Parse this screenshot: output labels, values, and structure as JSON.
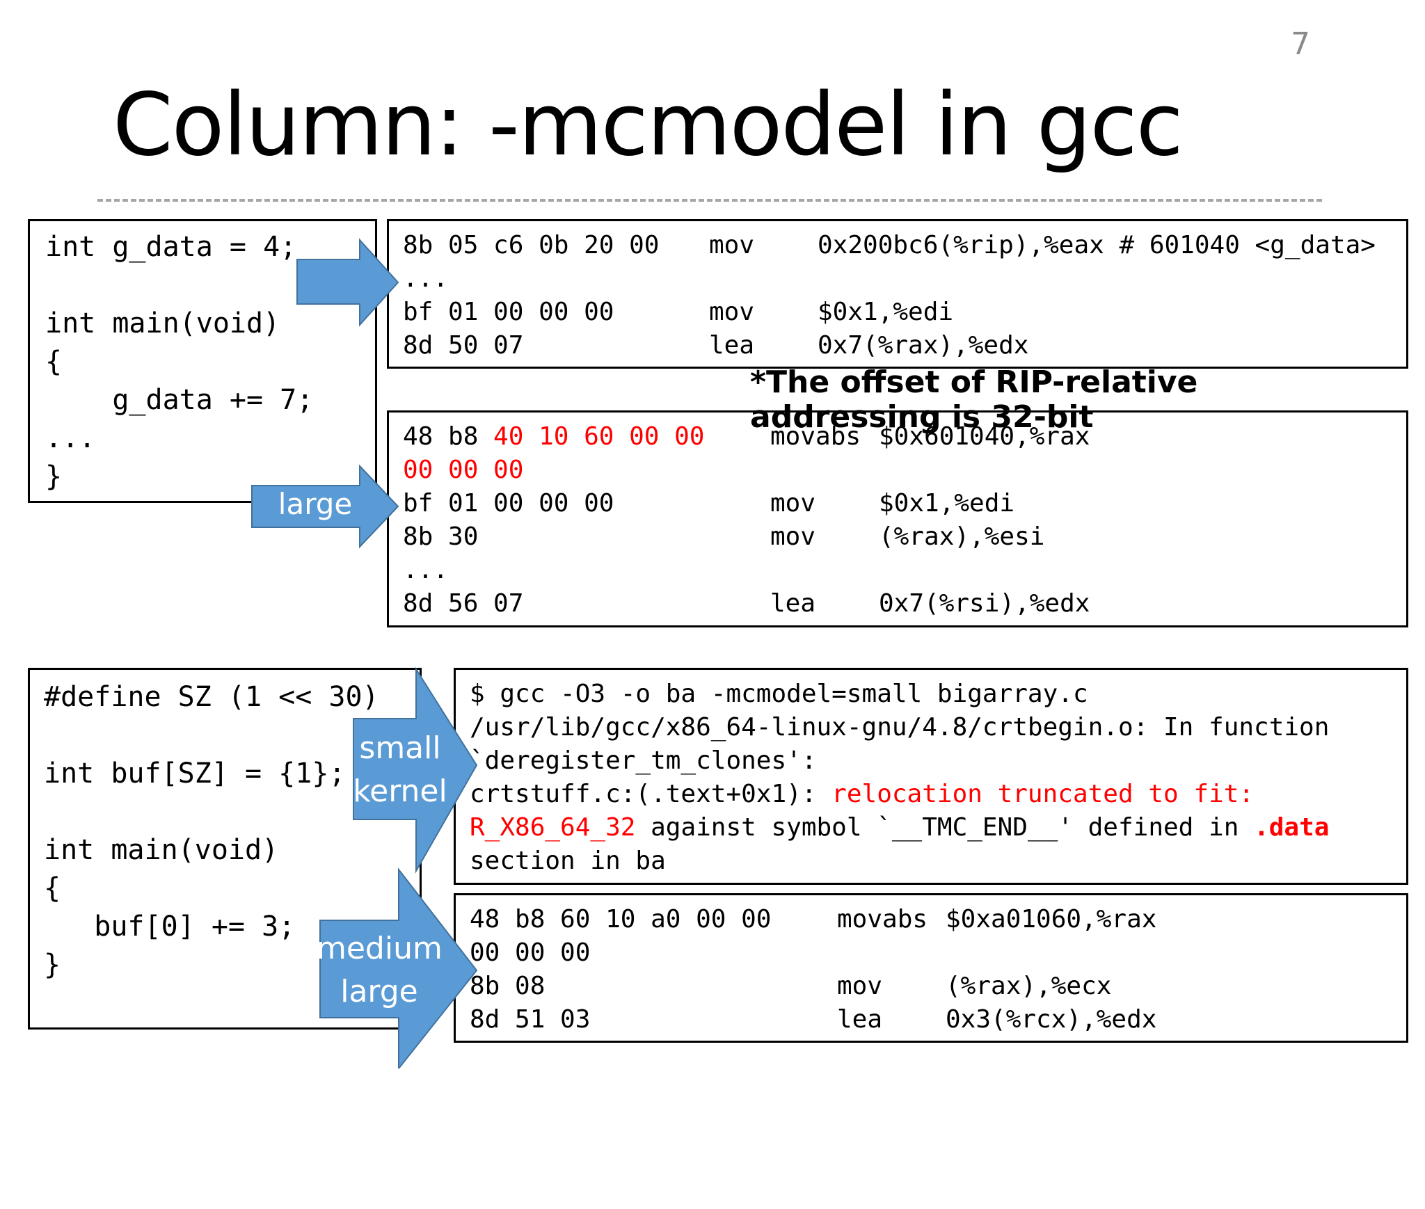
{
  "slide": {
    "number": "7",
    "title": "Column: -mcmodel in gcc"
  },
  "top_source": {
    "lines": [
      "int g_data = 4;",
      "",
      "int main(void)",
      "{",
      "    g_data += 7;",
      "...",
      "}"
    ]
  },
  "default_asm": {
    "rows": [
      {
        "bytes": "8b 05 c6 0b 20 00",
        "op": "mov",
        "args": "0x200bc6(%rip),%eax # 601040 <g_data>"
      },
      {
        "bytes": "...",
        "op": "",
        "args": ""
      },
      {
        "bytes": "bf 01 00 00 00",
        "op": "mov",
        "args": "$0x1,%edi"
      },
      {
        "bytes": "8d 50 07",
        "op": "lea",
        "args": "0x7(%rax),%edx"
      }
    ]
  },
  "note": "*The offset of RIP-relative addressing is 32-bit",
  "large_asm": {
    "first_bytes_black": "48 b8 ",
    "first_bytes_red": "40 10 60 00 00",
    "second_bytes_red": "00 00 00",
    "rows": [
      {
        "op": "movabs",
        "args": "$0x601040,%rax"
      },
      {
        "bytes": "bf 01 00 00 00",
        "op": "mov",
        "args": "$0x1,%edi"
      },
      {
        "bytes": "8b 30",
        "op": "mov",
        "args": "(%rax),%esi"
      },
      {
        "bytes": "...",
        "op": "",
        "args": ""
      },
      {
        "bytes": "8d 56 07",
        "op": "lea",
        "args": "0x7(%rsi),%edx"
      }
    ]
  },
  "arrows": {
    "large": "large",
    "small_kernel_1": "small",
    "small_kernel_2": "kernel",
    "medium_large_1": "medium",
    "medium_large_2": "large"
  },
  "bottom_source": {
    "lines": [
      "#define SZ (1 << 30)",
      "",
      "int buf[SZ] = {1};",
      "",
      "int main(void)",
      "{",
      "   buf[0] += 3;",
      "}"
    ]
  },
  "gcc_output": {
    "line1": "$ gcc -O3 -o ba -mcmodel=small bigarray.c",
    "line2": "/usr/lib/gcc/x86_64-linux-gnu/4.8/crtbegin.o: In function",
    "line3": "`deregister_tm_clones':",
    "line4_black": "crtstuff.c:(.text+0x1): ",
    "line4_red": "relocation truncated to fit:",
    "line5_red": "R_X86_64_32",
    "line5_black": " against symbol `__TMC_END__' defined in ",
    "line5_red_bold": ".data",
    "line6": "section in ba"
  },
  "medium_asm": {
    "rows": [
      {
        "bytes": "48 b8 60 10 a0 00 00",
        "op": "movabs",
        "args": "$0xa01060,%rax"
      },
      {
        "bytes": "00 00 00",
        "op": "",
        "args": ""
      },
      {
        "bytes": "8b 08",
        "op": "mov",
        "args": "(%rax),%ecx"
      },
      {
        "bytes": "8d 51 03",
        "op": "lea",
        "args": "0x3(%rcx),%edx"
      }
    ]
  },
  "colors": {
    "arrow": "#5b9bd5",
    "arrow_border": "#41719c",
    "highlight": "#ff0000"
  }
}
